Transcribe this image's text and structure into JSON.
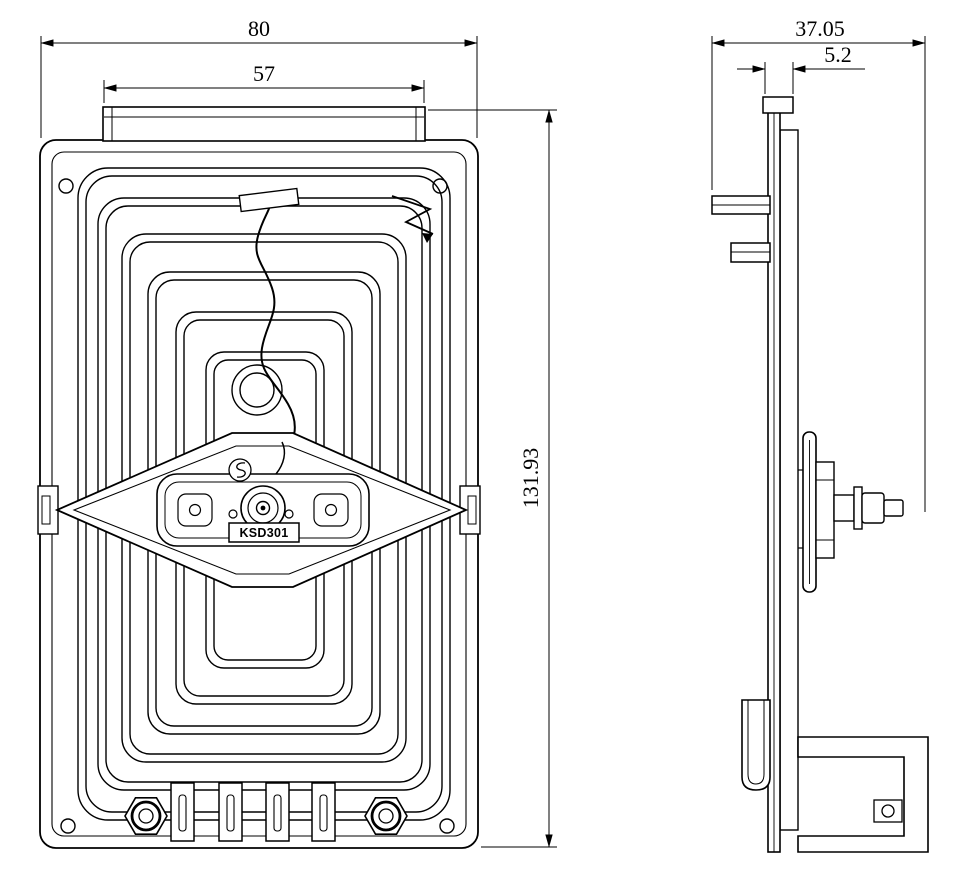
{
  "front_view": {
    "dim_overall_width": "80",
    "dim_inner_width": "57",
    "dim_height": "131.93",
    "component_label": "KSD301"
  },
  "side_view": {
    "dim_depth": "37.05",
    "dim_thickness": "5.2"
  },
  "colors": {
    "line": "#000000",
    "background": "#ffffff"
  }
}
